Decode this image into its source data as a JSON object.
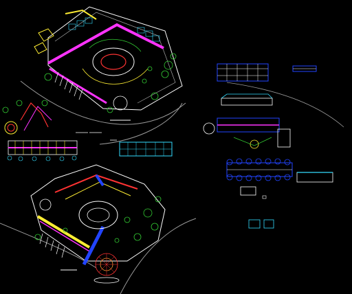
{
  "viewer": {
    "background": "#000000"
  },
  "palette": {
    "wall": "#ffffff",
    "magenta": "#ff33ff",
    "blue": "#2244ff",
    "cyan": "#33ddff",
    "green": "#33cc33",
    "yellow": "#ffee33",
    "red": "#ff3333",
    "orange": "#ff9933",
    "gray": "#9a9a9a"
  },
  "drawing": {
    "sheets": [
      {
        "id": "site-plan-top",
        "label": ""
      },
      {
        "id": "detail-plan-left",
        "label": ""
      },
      {
        "id": "site-plan-bottom",
        "label": ""
      },
      {
        "id": "elevations-right",
        "label": ""
      }
    ]
  }
}
